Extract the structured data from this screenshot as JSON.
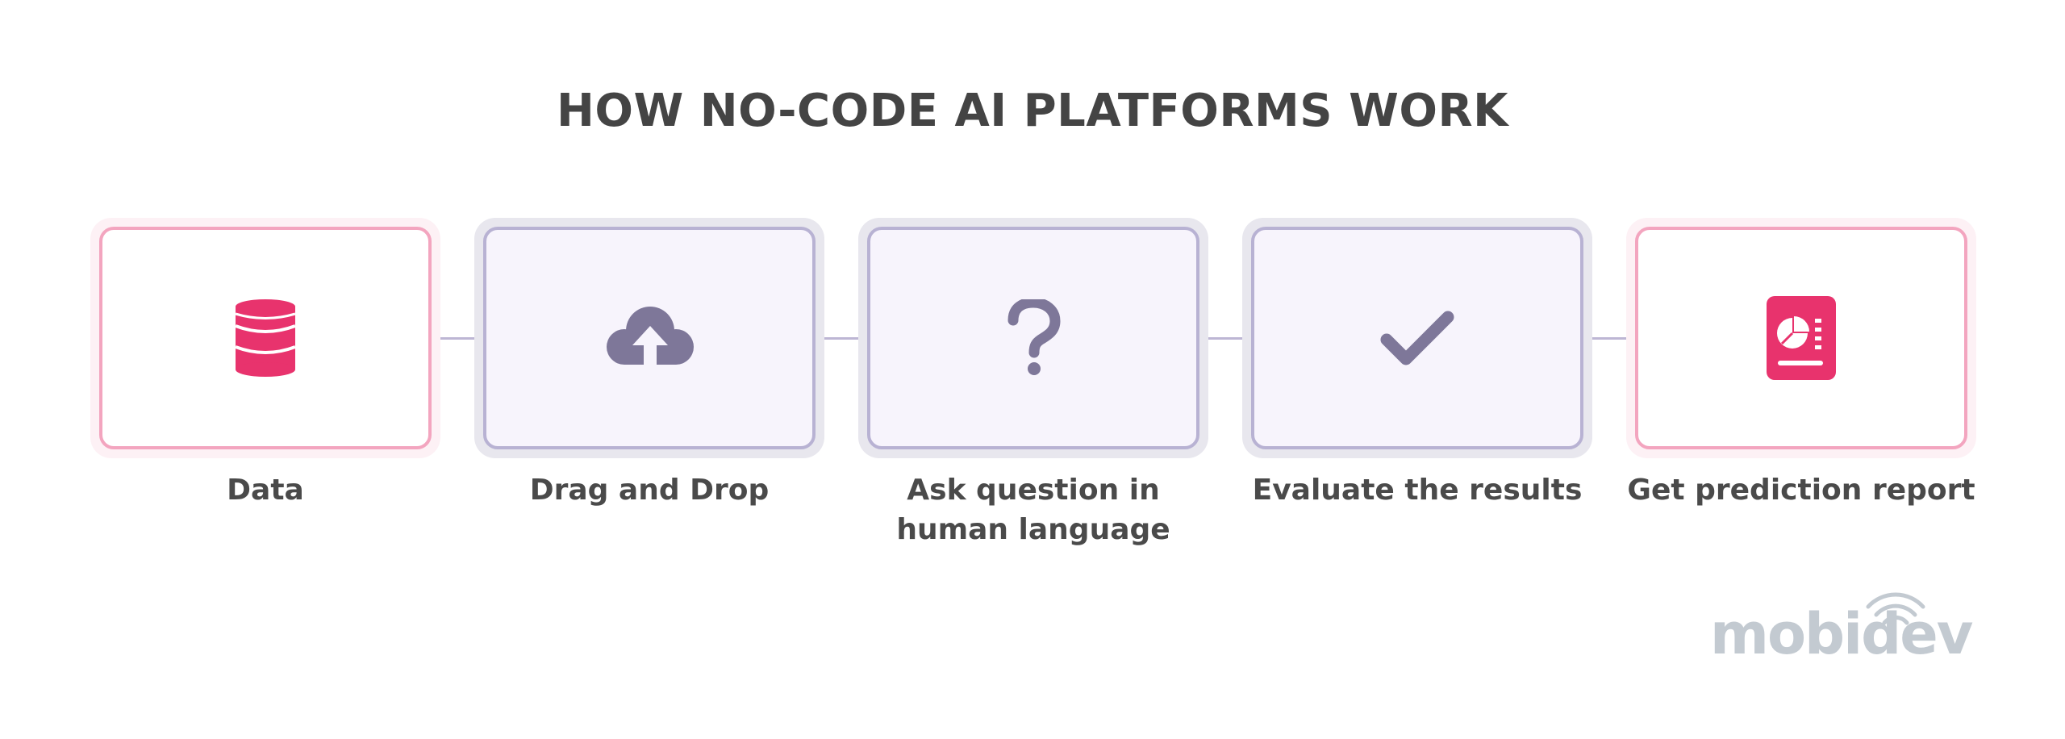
{
  "title": "HOW NO-CODE AI PLATFORMS WORK",
  "steps": [
    {
      "label": "Data",
      "icon": "database-icon",
      "style": "pink"
    },
    {
      "label": "Drag and Drop",
      "icon": "cloud-upload-icon",
      "style": "lavender"
    },
    {
      "label": "Ask question in human language",
      "icon": "question-mark-icon",
      "style": "lavender"
    },
    {
      "label": "Evaluate the results",
      "icon": "checkmark-icon",
      "style": "lavender"
    },
    {
      "label": "Get prediction report",
      "icon": "report-icon",
      "style": "pink"
    }
  ],
  "logo": {
    "text": "mobidev"
  },
  "colors": {
    "accent_pink": "#e8336d",
    "accent_purple": "#7e7799",
    "pink_border": "#f3a5bf",
    "lavender_border": "#b8b2d3",
    "lavender_fill": "#f7f4fc",
    "title_text": "#444444",
    "logo_gray": "#c3cad1"
  }
}
